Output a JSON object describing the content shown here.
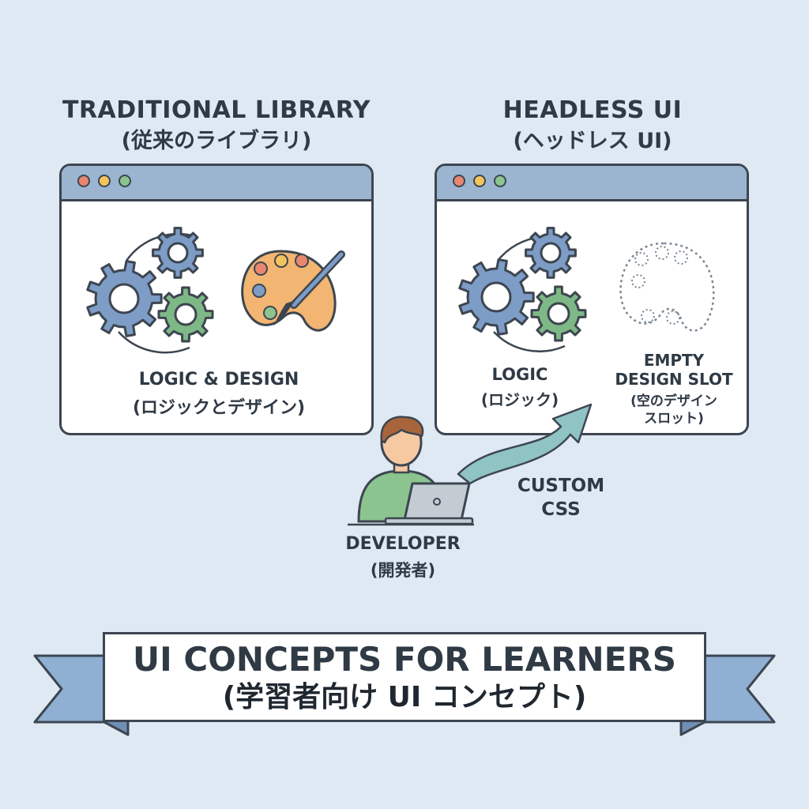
{
  "left_panel": {
    "title": "TRADITIONAL LIBRARY",
    "subtitle": "(従来のライブラリ)",
    "content_label": "LOGIC & DESIGN",
    "content_sublabel": "(ロジックとデザイン)"
  },
  "right_panel": {
    "title": "HEADLESS UI",
    "subtitle": "(ヘッドレス UI)",
    "logic_label": "LOGIC",
    "logic_sublabel": "(ロジック)",
    "empty_label_line1": "EMPTY",
    "empty_label_line2": "DESIGN SLOT",
    "empty_sublabel_line1": "(空のデザイン",
    "empty_sublabel_line2": "スロット)"
  },
  "developer": {
    "label": "DEVELOPER",
    "sublabel": "(開発者)"
  },
  "arrow": {
    "label_line1": "CUSTOM",
    "label_line2": "CSS"
  },
  "banner": {
    "title": "UI CONCEPTS FOR LEARNERS",
    "subtitle": "(学習者向け UI コンセプト)"
  },
  "colors": {
    "background": "#dfe9f3",
    "titlebar": "#9bb4cf",
    "gear_blue": "#7d9cc6",
    "gear_green": "#7fb887",
    "palette": "#f2b572",
    "dot_red": "#e9866f",
    "dot_yellow": "#f2c45a",
    "dot_green": "#8cc48f",
    "arrow": "#8fc3c4",
    "developer_shirt": "#8cc48f"
  },
  "icons": [
    "gear-icon",
    "paint-palette-icon",
    "paintbrush-icon",
    "dotted-palette-icon",
    "laptop-icon",
    "developer-icon",
    "arrow-icon"
  ]
}
